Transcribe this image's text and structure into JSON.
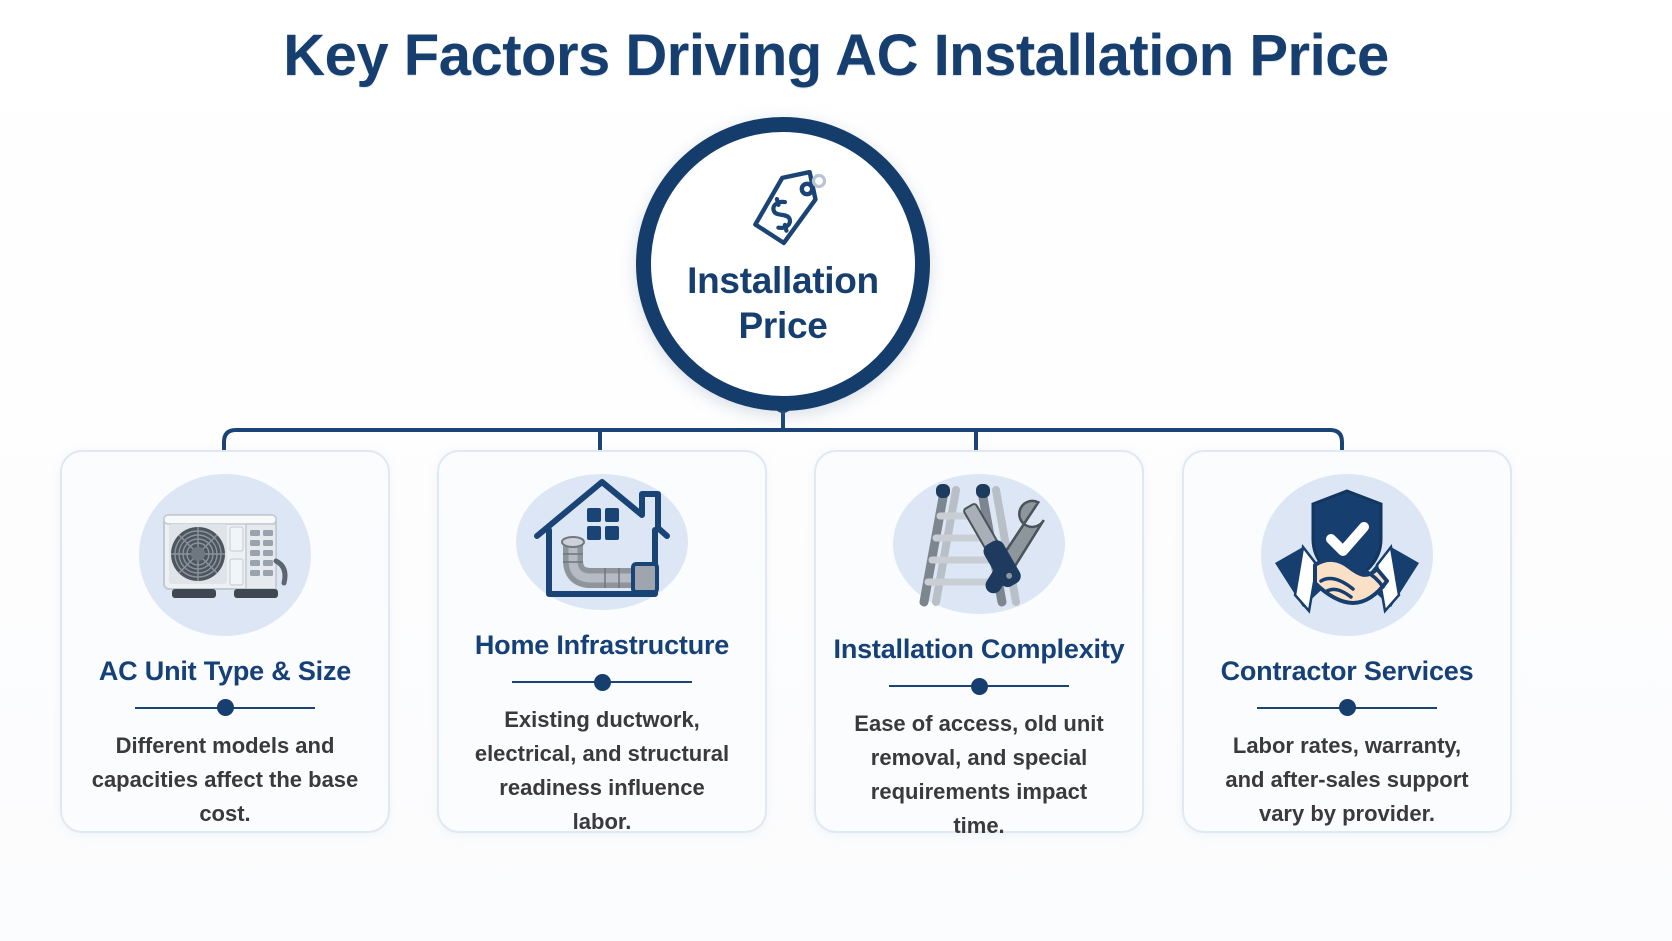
{
  "title": "Key Factors Driving AC Installation Price",
  "hub": {
    "label_line1": "Installation",
    "label_line2": "Price",
    "icon": "price-tag-dollar-icon"
  },
  "colors": {
    "navy": "#163e6e",
    "title_navy": "#164078",
    "icon_circle_bg": "#dce6f4",
    "card_bg": "#fbfcfd",
    "card_border": "#e0e8f1",
    "body_text": "#3a3a3c",
    "connector": "#1b4476",
    "page_bg": "#ffffff"
  },
  "cards": [
    {
      "icon": "ac-condenser-unit-icon",
      "title": "AC Unit Type & Size",
      "body": "Different models and capacities affect the base cost."
    },
    {
      "icon": "house-ductwork-icon",
      "title": "Home Infrastructure",
      "body": "Existing ductwork, electrical, and structural readiness influence labor."
    },
    {
      "icon": "ladder-tools-icon",
      "title": "Installation Complexity",
      "body": "Ease of access, old unit removal, and special requirements impact time."
    },
    {
      "icon": "handshake-shield-icon",
      "title": "Contractor Services",
      "body": "Labor rates, warranty, and after-sales support vary by provider."
    }
  ]
}
